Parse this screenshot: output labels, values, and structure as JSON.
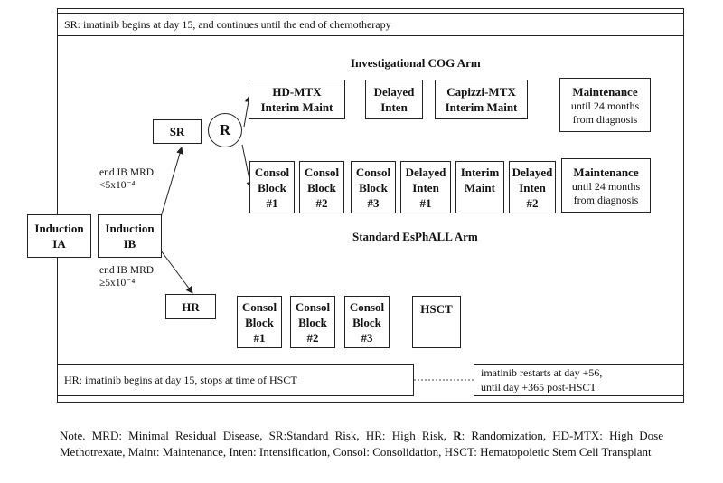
{
  "sr_banner": "SR: imatinib begins at day 15, and continues until the end of chemotherapy",
  "hr_banner": "HR: imatinib begins at day 15, stops at time of HSCT",
  "restart_box": [
    "imatinib restarts at day +56,",
    "until day +365 post-HSCT"
  ],
  "investigational_title": "Investigational COG Arm",
  "standard_title": "Standard EsPhALL Arm",
  "induction_ia": [
    "Induction",
    "IA"
  ],
  "induction_ib": [
    "Induction",
    "IB"
  ],
  "sr": "SR",
  "hr": "HR",
  "randomization": "R",
  "mrd_low": [
    "end IB MRD",
    "<5x10⁻⁴"
  ],
  "mrd_high": [
    "end IB MRD",
    "≥5x10⁻⁴"
  ],
  "cog_arm": [
    [
      "HD-MTX",
      "Interim Maint"
    ],
    [
      "Delayed",
      "Inten"
    ],
    [
      "Capizzi-MTX",
      "Interim Maint"
    ]
  ],
  "cog_maintenance": {
    "title": "Maintenance",
    "lines": [
      "until 24 months",
      "from diagnosis"
    ]
  },
  "esphall_arm": [
    [
      "Consol",
      "Block",
      "#1"
    ],
    [
      "Consol",
      "Block",
      "#2"
    ],
    [
      "Consol",
      "Block",
      "#3"
    ],
    [
      "Delayed",
      "Inten",
      "#1"
    ],
    [
      "Interim",
      "Maint"
    ],
    [
      "Delayed",
      "Inten",
      "#2"
    ]
  ],
  "esphall_maintenance": {
    "title": "Maintenance",
    "lines": [
      "until 24 months",
      "from diagnosis"
    ]
  },
  "hr_arm": [
    [
      "Consol",
      "Block",
      "#1"
    ],
    [
      "Consol",
      "Block",
      "#2"
    ],
    [
      "Consol",
      "Block",
      "#3"
    ]
  ],
  "hsct": "HSCT",
  "note": {
    "prefix": "Note. MRD: Minimal Residual Disease, SR:Standard Risk, HR: High Risk, ",
    "bold": "R",
    "suffix": ": Randomization, HD-MTX: High Dose Methotrexate, Maint: Maintenance, Inten: Intensification, Consol: Consolidation, HSCT: Hematopoietic Stem Cell Transplant"
  }
}
